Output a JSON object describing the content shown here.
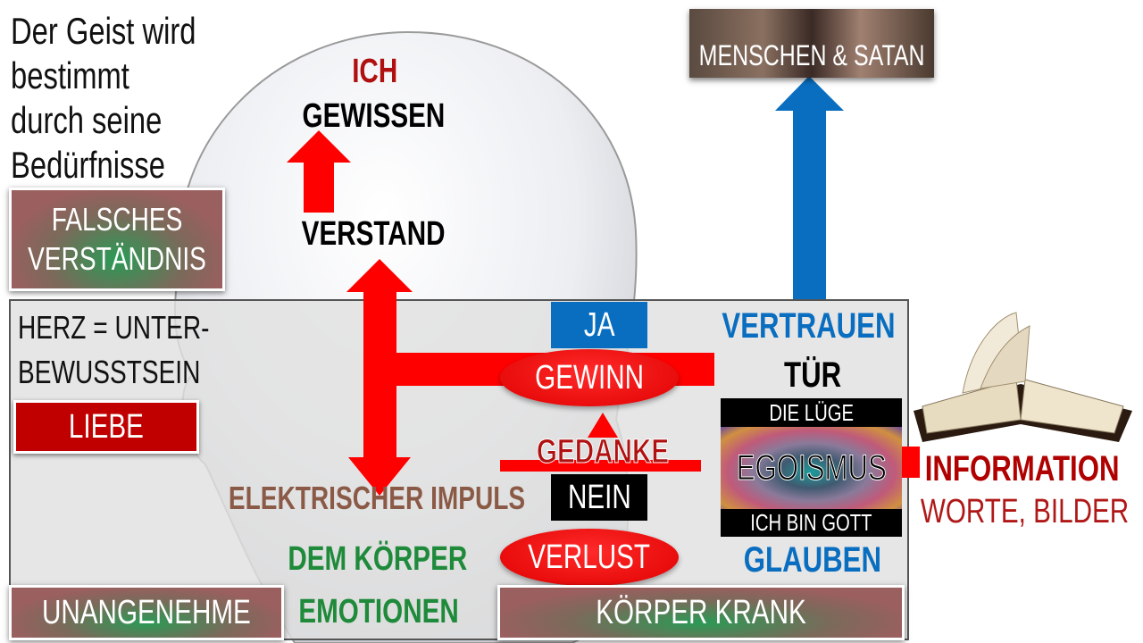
{
  "title_lines": [
    "Der Geist wird",
    "bestimmt",
    "durch seine",
    "Bedürfnisse"
  ],
  "head": {
    "ich": "ICH",
    "gewissen": "GEWISSEN",
    "verstand": "VERSTAND"
  },
  "falsches_box": {
    "line1": "FALSCHES",
    "line2": "VERSTÄNDNIS"
  },
  "herz": {
    "line1": "HERZ = UNTER-",
    "line2": "BEWUSSTSEIN",
    "liebe": "LIEBE"
  },
  "center": {
    "ja": "JA",
    "gewinn": "GEWINN",
    "gedanke": "GEDANKE",
    "nein": "NEIN",
    "verlust": "VERLUST",
    "impuls": "ELEKTRISCHER IMPULS"
  },
  "body": {
    "dem_koerper": "DEM KÖRPER",
    "emotionen": "EMOTIONEN",
    "unangenehme": "UNANGENEHME",
    "koerper_krank": "KÖRPER KRANK"
  },
  "right": {
    "vertrauen": "VERTRAUEN",
    "tuer": "TÜR",
    "die_luege": "DIE LÜGE",
    "egoismus": "EGOISMUS",
    "ich_bin_gott": "ICH BIN GOTT",
    "glauben": "GLAUBEN"
  },
  "information": {
    "title": "INFORMATION",
    "subtitle": "WORTE, BILDER"
  },
  "top_box": "MENSCHEN & SATAN",
  "colors": {
    "red": "#ff0000",
    "blue": "#0a6ec0",
    "green": "#1e8a3a",
    "brown": "#8b5a47",
    "darkred": "#b00000"
  }
}
